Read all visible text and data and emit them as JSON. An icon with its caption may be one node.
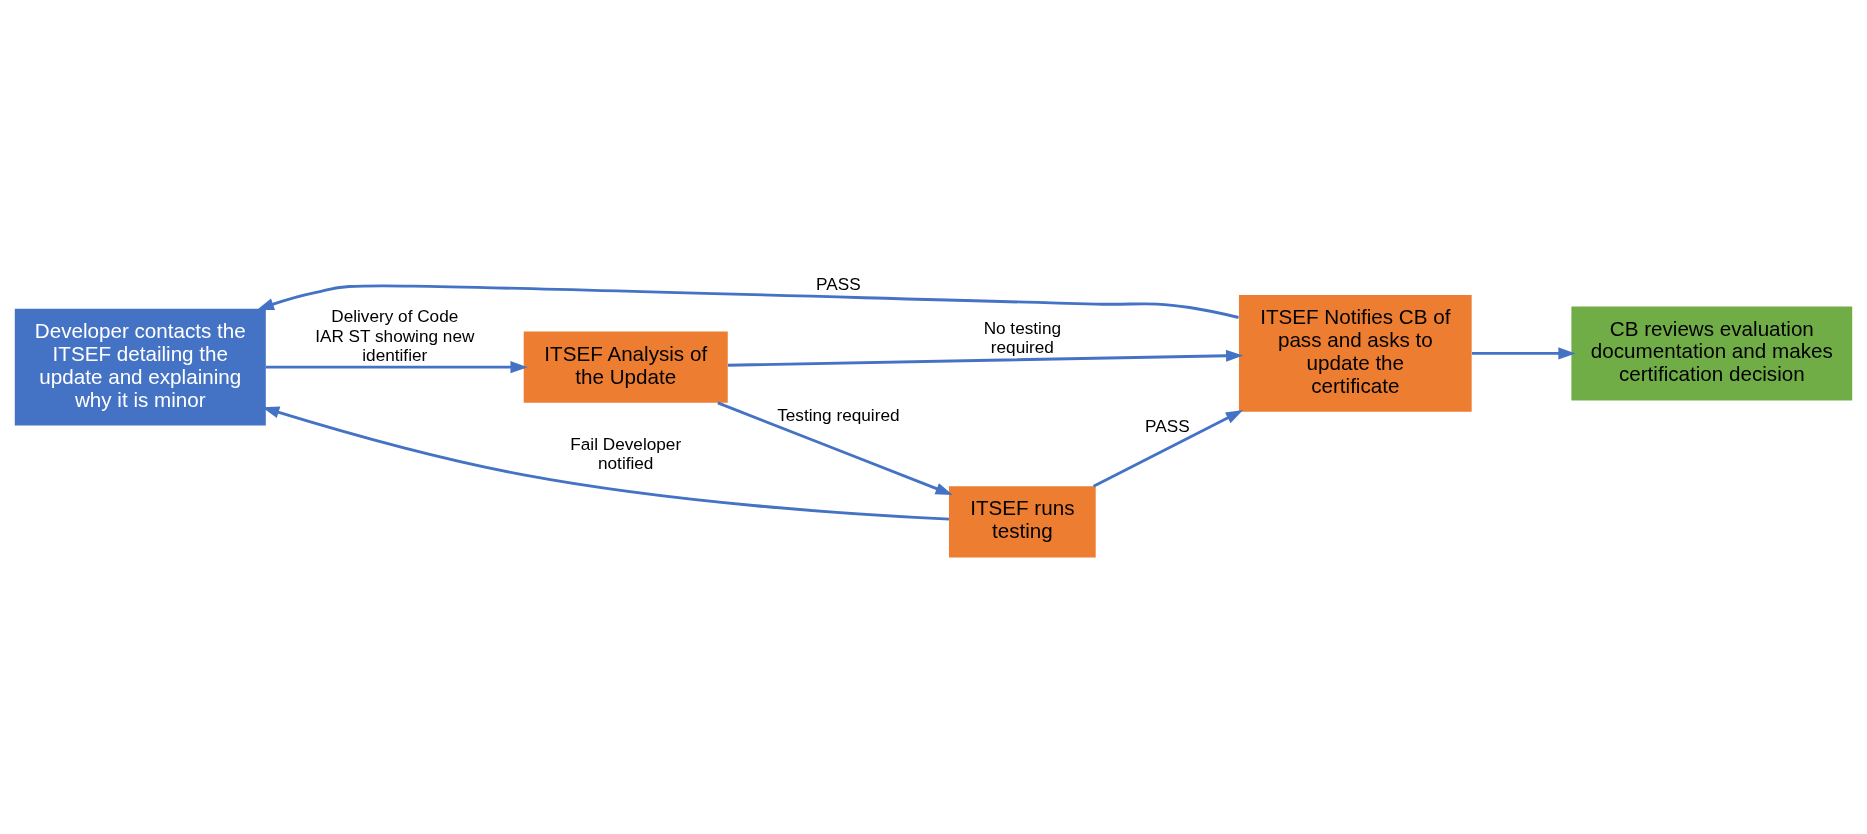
{
  "diagram": {
    "nodes": [
      {
        "text": [
          "Developer contacts the ITSEF detailing the update and explaining why it is minor"
        ]
      },
      {
        "text": [
          "ITSEF Notifies CB of pass and asks to update the certificate"
        ]
      },
      {
        "text": [
          "ITSEF Analysis of the Update"
        ]
      },
      {
        "text": [
          "ITSEF runs testing"
        ]
      },
      {
        "text": [
          "CB reviews evaluation documentation and makes certification decision"
        ]
      }
    ],
    "edges": [
      {
        "from": 1,
        "to": 0,
        "arrow": "to",
        "label": "PASS"
      },
      {
        "from": 0,
        "to": 2,
        "arrow": "to",
        "label": "Delivery of Code IAR ST showing new identifier"
      },
      {
        "from": 2,
        "to": 1,
        "arrow": "to",
        "label": "No testing required"
      },
      {
        "from": 2,
        "to": 3,
        "arrow": "to",
        "label": "Testing required"
      },
      {
        "from": 3,
        "to": 1,
        "arrow": "to",
        "label": "PASS"
      },
      {
        "from": 3,
        "to": 0,
        "arrow": "to",
        "label": "Fail Developer notified"
      },
      {
        "from": 1,
        "to": 4,
        "arrow": "to"
      }
    ]
  }
}
